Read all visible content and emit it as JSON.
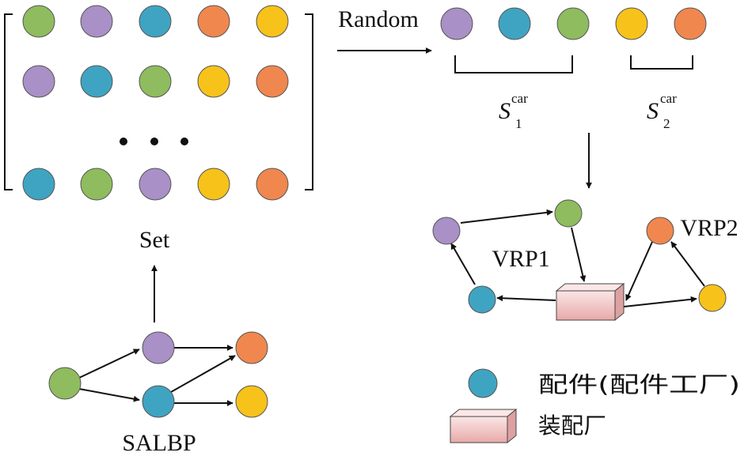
{
  "colors": {
    "green": "#8fbc5e",
    "purple": "#a990c6",
    "blue": "#3fa4c2",
    "orange": "#f0874e",
    "yellow": "#f7c21a",
    "box": "#f1c9c9",
    "line": "#111111"
  },
  "matrix": {
    "rows": [
      [
        "green",
        "purple",
        "blue",
        "orange",
        "yellow"
      ],
      [
        "purple",
        "blue",
        "green",
        "yellow",
        "orange"
      ],
      [
        "blue",
        "green",
        "purple",
        "yellow",
        "orange"
      ]
    ],
    "ellipsis": "• • •"
  },
  "random": {
    "label": "Random",
    "sequence": [
      "purple",
      "blue",
      "green",
      "yellow",
      "orange"
    ],
    "groups": [
      {
        "base": "S",
        "sub": "1",
        "sup": "car"
      },
      {
        "base": "S",
        "sub": "2",
        "sup": "car"
      }
    ]
  },
  "salbp": {
    "label": "SALBP",
    "set_label": "Set",
    "nodes": [
      "green",
      "purple",
      "blue",
      "orange",
      "yellow"
    ]
  },
  "vrp": {
    "vrp1_label": "VRP1",
    "vrp2_label": "VRP2",
    "nodes": [
      "purple",
      "green",
      "blue",
      "orange",
      "yellow"
    ]
  },
  "legend": {
    "part_label": "配件(配件工厂)",
    "part_color": "blue",
    "assembly_label": "装配厂"
  }
}
